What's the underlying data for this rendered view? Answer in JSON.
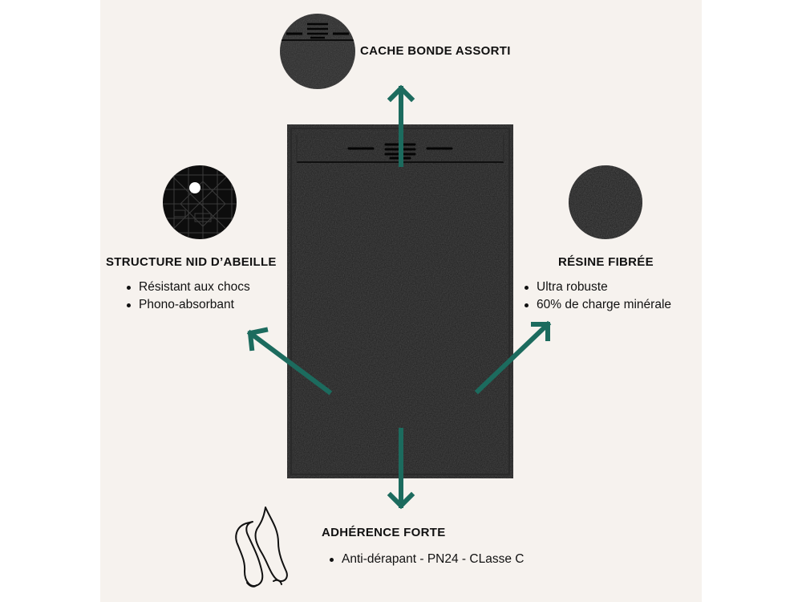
{
  "features": {
    "drain_cover": {
      "title": "CACHE BONDE ASSORTI"
    },
    "honeycomb": {
      "title": "STRUCTURE NID D’ABEILLE",
      "bullets": [
        "Résistant aux chocs",
        "Phono-absorbant"
      ]
    },
    "resin": {
      "title": "RÉSINE FIBRÉE",
      "bullets": [
        "Ultra robuste",
        "60% de charge minérale"
      ]
    },
    "grip": {
      "title": "ADHÉRENCE FORTE",
      "bullets": [
        "Anti-dérapant - PN24 - CLasse C"
      ]
    }
  },
  "colors": {
    "background": "#f6f2ee",
    "tray": "#1d1d1d",
    "arrow": "#1c6b5e",
    "text": "#111111"
  },
  "icons": {
    "grip": "bare-feet-outline-icon",
    "drain_cover": "drain-cover-detail-icon",
    "honeycomb": "honeycomb-structure-detail-icon",
    "resin": "fiber-resin-texture-detail-icon"
  }
}
